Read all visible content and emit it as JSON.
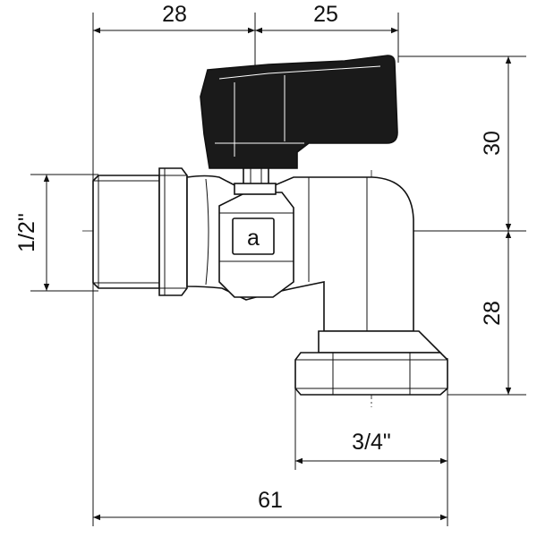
{
  "dimensions": {
    "top_left_width": "28",
    "top_right_width": "25",
    "height_upper": "30",
    "height_lower": "28",
    "inlet_thread": "1/2\"",
    "outlet_thread": "3/4\"",
    "overall_width": "61"
  },
  "logo": "a",
  "colors": {
    "line": "#111111",
    "handle": "#1a1a1a",
    "background": "#ffffff"
  }
}
